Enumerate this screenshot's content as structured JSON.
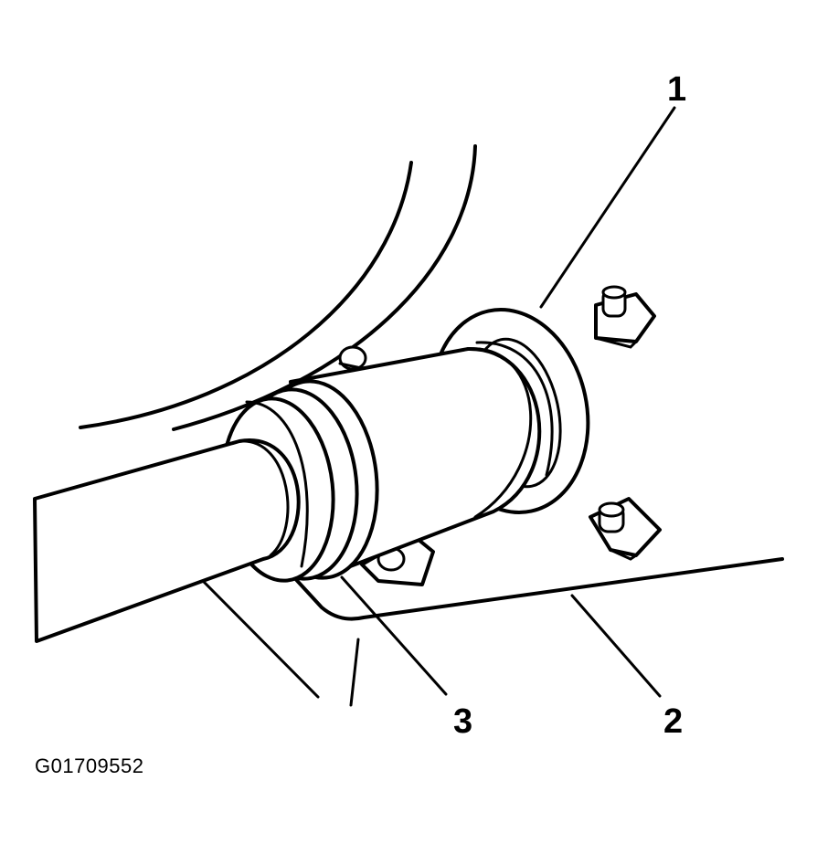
{
  "callouts": [
    {
      "id": "1",
      "label": "1"
    },
    {
      "id": "2",
      "label": "2"
    },
    {
      "id": "3",
      "label": "3"
    }
  ],
  "figure_id": "G01709552"
}
